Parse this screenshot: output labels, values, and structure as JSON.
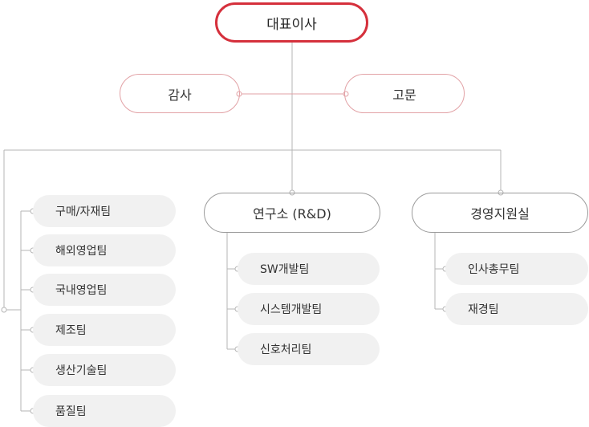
{
  "ceo": "대표이사",
  "advisors": {
    "audit": "감사",
    "consultant": "고문"
  },
  "depts": {
    "rnd": "연구소 (R&D)",
    "management": "경영지원실"
  },
  "teams": {
    "left": [
      "구매/자재팀",
      "해외영업팀",
      "국내영업팀",
      "제조팀",
      "생산기술팀",
      "품질팀"
    ],
    "rnd": [
      "SW개발팀",
      "시스템개발팀",
      "신호처리팀"
    ],
    "management": [
      "인사총무팀",
      "재경팀"
    ]
  },
  "colors": {
    "accent": "#d5303c",
    "advisor_border": "#e2a2a6",
    "dept_border": "#9a9a9a",
    "line": "#b5b5b5",
    "team_bg": "#f1f1f1"
  }
}
